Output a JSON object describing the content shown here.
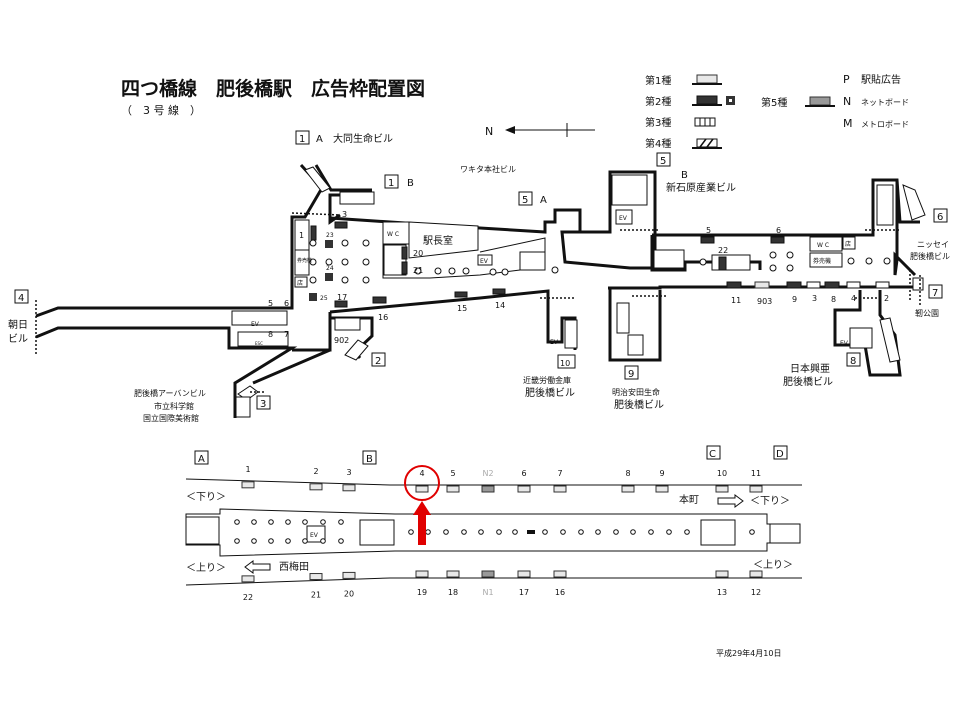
{
  "title": "四つ橋線　肥後橋駅　広告枠配置図",
  "subtitle": "（　3 号 線　）",
  "legend": {
    "type1": "第1種",
    "type2": "第2種",
    "type3": "第3種",
    "type4": "第4種",
    "type5": "第5種",
    "p_code": "P",
    "p_label": "駅貼広告",
    "n_code": "N",
    "n_label": "ネットボード",
    "m_code": "M",
    "m_label": "メトロボード"
  },
  "north_label": "N",
  "exits": {
    "e1a_num": "1",
    "e1a_sub": "A",
    "e1a_name": "大同生命ビル",
    "e1b_num": "1",
    "e1b_sub": "B",
    "e2_num": "2",
    "e3_num": "3",
    "e3_name1": "肥後橋アーバンビル",
    "e3_name2": "市立科学館",
    "e3_name3": "国立国際美術館",
    "e4_num": "4",
    "e4_name1": "朝日",
    "e4_name2": "ビル",
    "e5a_num": "5",
    "e5a_sub": "A",
    "e5b_num": "5",
    "e5b_sub": "B",
    "e5b_name": "新石原産業ビル",
    "e6_num": "6",
    "e6_name1": "ニッセイ",
    "e6_name2": "肥後橋ビル",
    "e7_num": "7",
    "e7_name": "靭公園",
    "e8_num": "8",
    "e8_name1": "日本興亜",
    "e8_name2": "肥後橋ビル",
    "e9_num": "9",
    "e9_name1": "明治安田生命",
    "e9_name2": "肥後橋ビル",
    "e10_num": "10",
    "e10_name1": "近畿労働金庫",
    "e10_name2": "肥後橋ビル",
    "wakita": "ワキタ本社ビル"
  },
  "rooms": {
    "station_master": "駅長室",
    "wc": "W C",
    "wc2": "W C",
    "shop": "店",
    "shop2": "店",
    "ticket": "券売機",
    "ticket2": "券売機",
    "ev": "EV",
    "esc": "ESC",
    "locker": "1"
  },
  "concourse_ads": [
    "3",
    "23",
    "24",
    "25",
    "20",
    "21",
    "17",
    "16",
    "15",
    "14",
    "5",
    "6",
    "8",
    "7",
    "902",
    "5",
    "6",
    "22",
    "11",
    "903",
    "9",
    "3",
    "8",
    "4",
    "2"
  ],
  "platform": {
    "exit_a": "A",
    "exit_b": "B",
    "exit_c": "C",
    "exit_d": "D",
    "down_label": "＜下り＞",
    "up_label": "＜上り＞",
    "down_dest": "本町",
    "up_dest": "西梅田",
    "ev": "EV",
    "top_ads": [
      "1",
      "2",
      "3",
      "4",
      "5",
      "N2",
      "6",
      "7",
      "8",
      "9",
      "10",
      "11"
    ],
    "bottom_ads": [
      "22",
      "21",
      "20",
      "19",
      "18",
      "N1",
      "17",
      "16",
      "13",
      "12"
    ],
    "highlighted": "4",
    "highlight_color": "#e00000"
  },
  "date": "平成29年4月10日"
}
